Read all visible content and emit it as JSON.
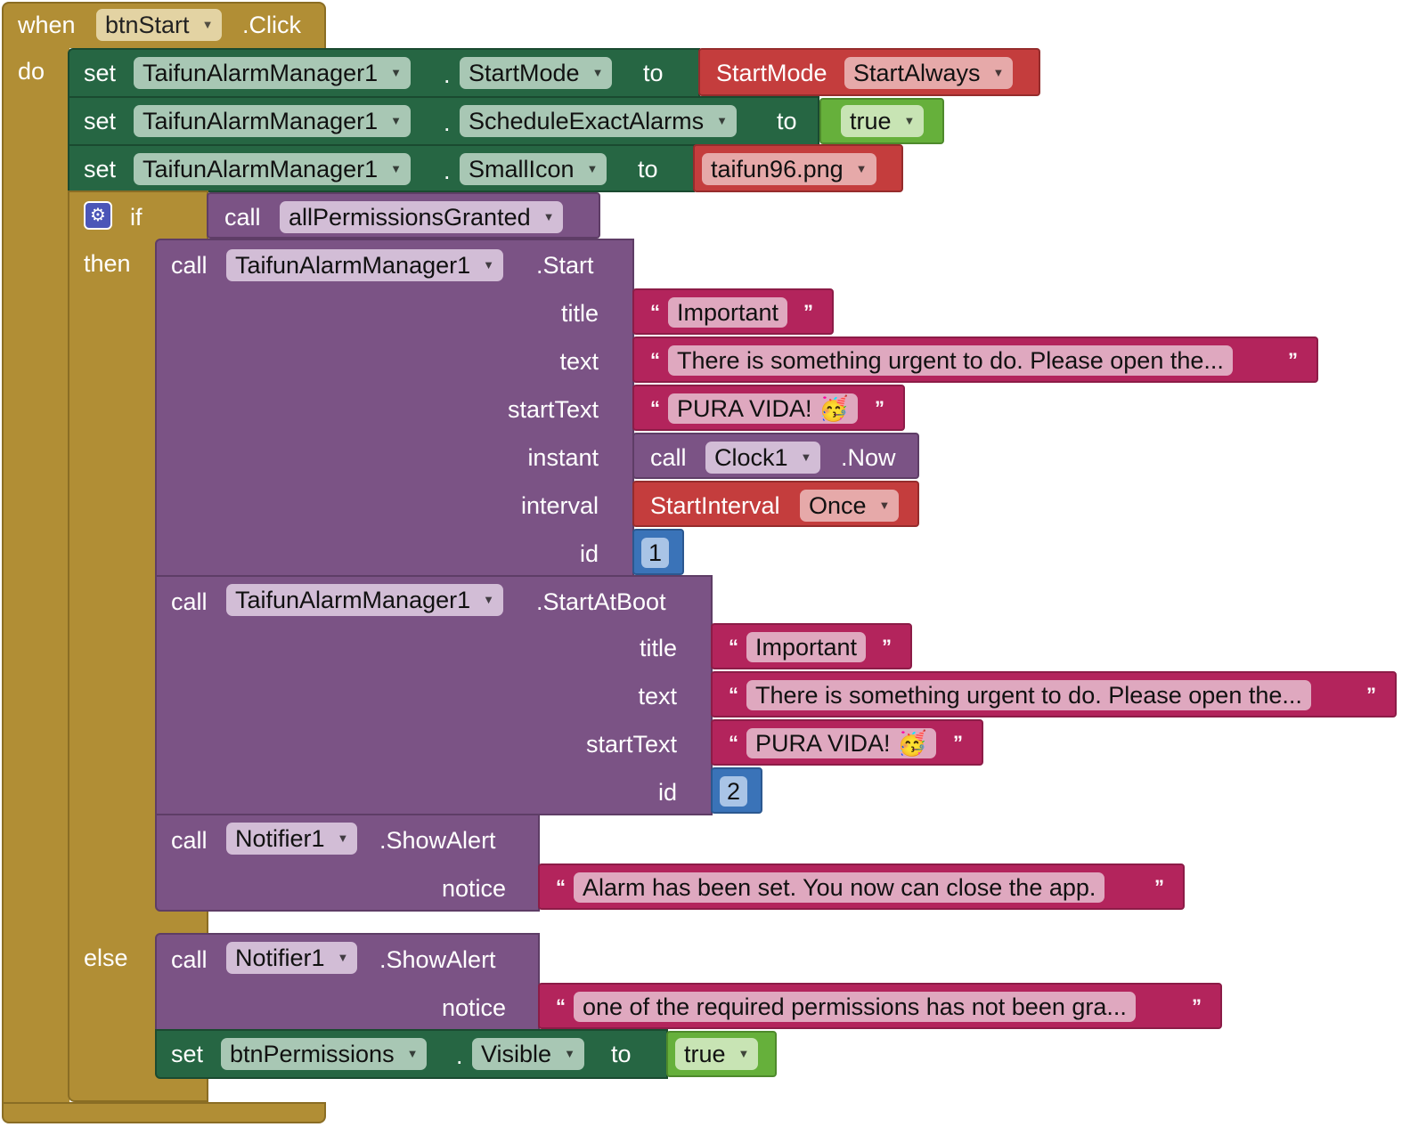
{
  "event": {
    "when_label": "when",
    "component": "btnStart",
    "event_name": ".Click",
    "do_label": "do"
  },
  "set_start_mode": {
    "set_label": "set",
    "component": "TaifunAlarmManager1",
    "dot": ".",
    "property": "StartMode",
    "to_label": "to",
    "value_prefix": "StartMode",
    "value": "StartAlways"
  },
  "set_schedule_exact": {
    "set_label": "set",
    "component": "TaifunAlarmManager1",
    "dot": ".",
    "property": "ScheduleExactAlarms",
    "to_label": "to",
    "value": "true"
  },
  "set_small_icon": {
    "set_label": "set",
    "component": "TaifunAlarmManager1",
    "dot": ".",
    "property": "SmallIcon",
    "to_label": "to",
    "value": "taifun96.png"
  },
  "if_block": {
    "if_label": "if",
    "then_label": "then",
    "else_label": "else",
    "condition_call": "call",
    "condition_proc": "allPermissionsGranted"
  },
  "call_start": {
    "call_label": "call",
    "component": "TaifunAlarmManager1",
    "method": ".Start",
    "title_label": "title",
    "title_value": "Important",
    "text_label": "text",
    "text_value": "There is something urgent to do. Please open the...",
    "starttext_label": "startText",
    "starttext_value": "PURA VIDA! 🥳",
    "instant_label": "instant",
    "instant_call": "call",
    "instant_component": "Clock1",
    "instant_method": ".Now",
    "interval_label": "interval",
    "interval_prefix": "StartInterval",
    "interval_value": "Once",
    "id_label": "id",
    "id_value": "1"
  },
  "call_start_at_boot": {
    "call_label": "call",
    "component": "TaifunAlarmManager1",
    "method": ".StartAtBoot",
    "title_label": "title",
    "title_value": "Important",
    "text_label": "text",
    "text_value": "There is something urgent to do. Please open the...",
    "starttext_label": "startText",
    "starttext_value": "PURA VIDA! 🥳",
    "id_label": "id",
    "id_value": "2"
  },
  "call_show_alert_then": {
    "call_label": "call",
    "component": "Notifier1",
    "method": ".ShowAlert",
    "notice_label": "notice",
    "notice_value": "Alarm has been set. You now can close the app."
  },
  "call_show_alert_else": {
    "call_label": "call",
    "component": "Notifier1",
    "method": ".ShowAlert",
    "notice_label": "notice",
    "notice_value": "one of the required permissions has not been gra..."
  },
  "set_btn_permissions": {
    "set_label": "set",
    "component": "btnPermissions",
    "dot": ".",
    "property": "Visible",
    "to_label": "to",
    "value": "true"
  },
  "quotes": {
    "open": "“",
    "close": "”"
  },
  "dropdown_arrow": "▼",
  "gear_icon": "⚙",
  "colors": {
    "event": "#b18e35",
    "component_set": "#266643",
    "procedure_call": "#7b5385",
    "text": "#b3245c",
    "helper": "#c43d3d",
    "logic": "#66b03b",
    "math": "#3a73b8",
    "mutator": "#4b56b8"
  }
}
